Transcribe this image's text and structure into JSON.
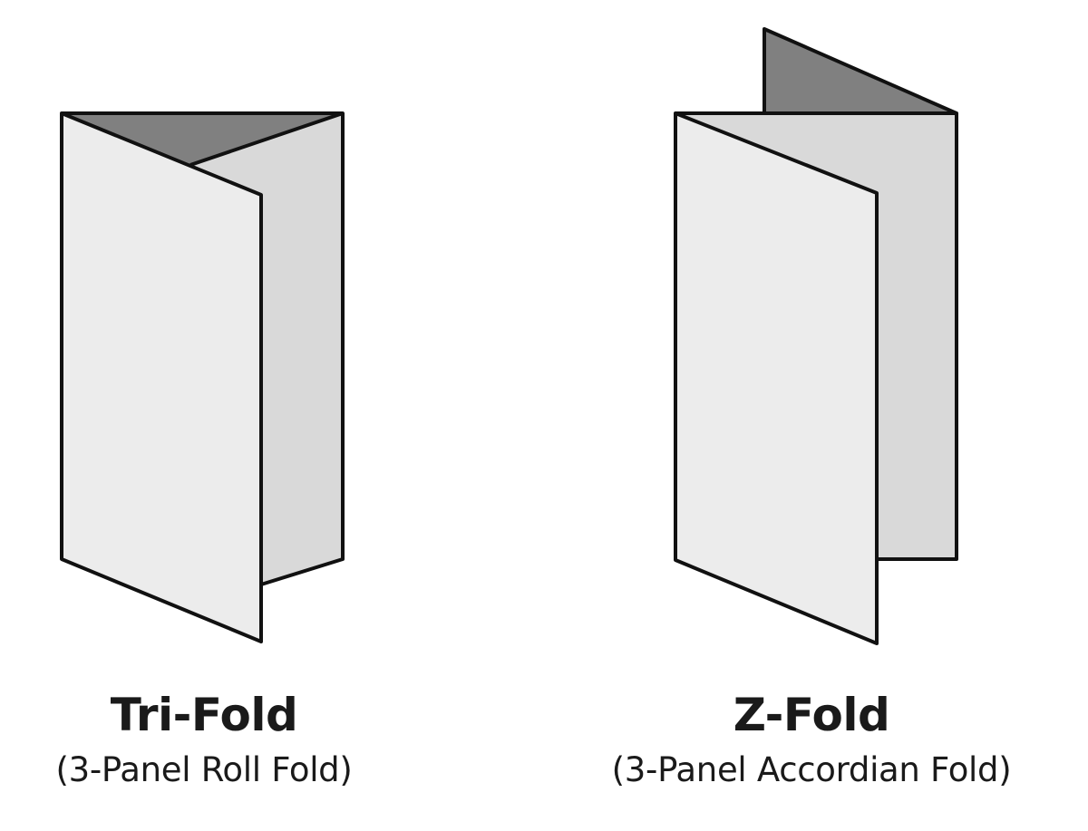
{
  "folds": [
    {
      "title": "Tri-Fold",
      "subtitle": "(3-Panel Roll Fold)"
    },
    {
      "title": "Z-Fold",
      "subtitle": "(3-Panel Accordian Fold)"
    }
  ],
  "colors": {
    "outline": "#111111",
    "front_panel": "#ececec",
    "back_panel": "#d9d9d9",
    "shadow_panel": "#808080"
  }
}
